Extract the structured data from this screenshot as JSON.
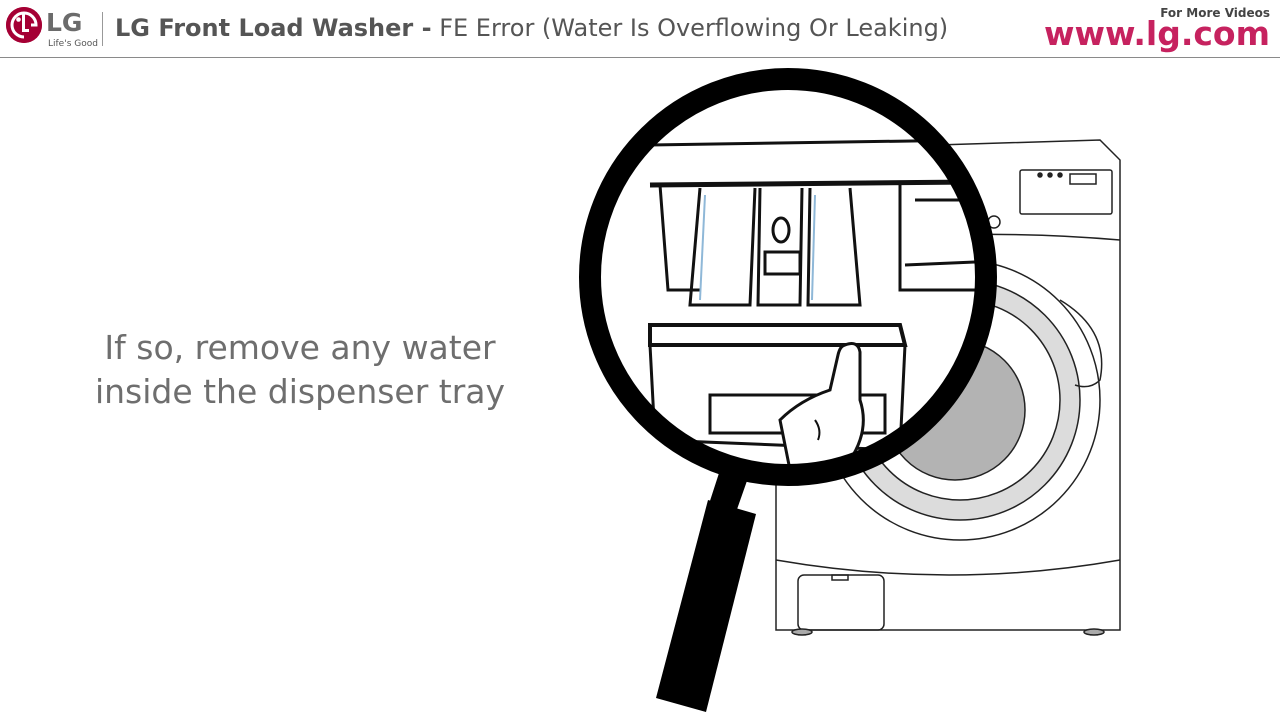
{
  "header": {
    "logo_text": "LG",
    "logo_tagline": "Life's Good",
    "title_bold": "LG Front Load Washer -",
    "title_rest": " FE Error (Water Is Overflowing Or Leaking)",
    "more_videos": "For More Videos",
    "site": "www.lg.com"
  },
  "caption": {
    "line1": "If so, remove any water",
    "line2": "inside the dispenser tray"
  },
  "colors": {
    "brand": "#a50034",
    "site": "#c6225f",
    "text_gray": "#6e6e6e"
  },
  "icons": {
    "logo": "lg-face-logo",
    "illustration": "magnifier-over-washer-dispenser"
  }
}
